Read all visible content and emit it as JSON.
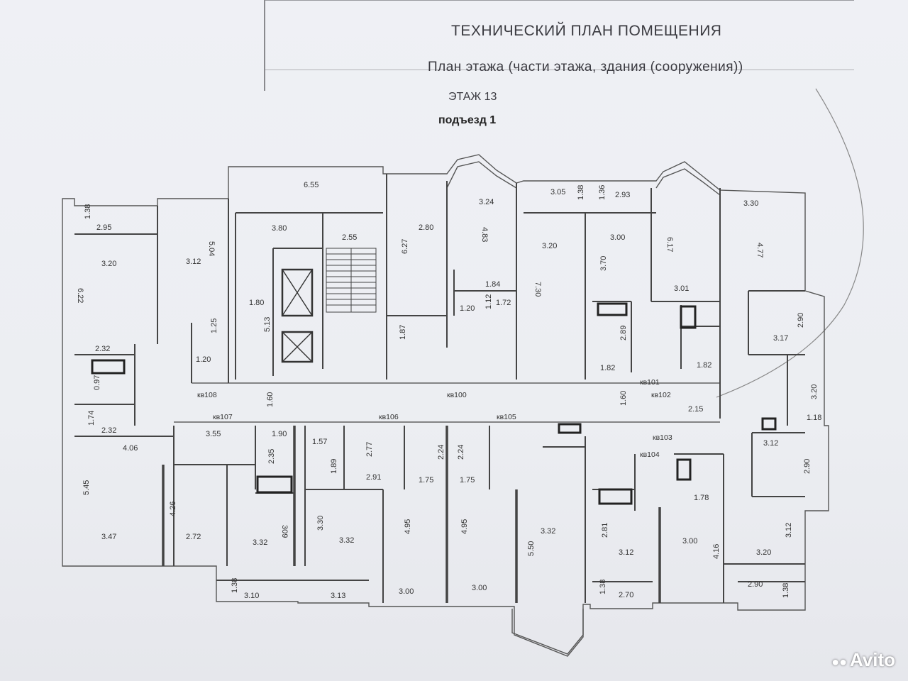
{
  "header": {
    "title": "ТЕХНИЧЕСКИЙ ПЛАН ПОМЕЩЕНИЯ",
    "subtitle": "План этажа (части этажа, здания (сооружения))",
    "floor": "ЭТАЖ 13",
    "entrance": "подъезд 1"
  },
  "watermark": {
    "text": "Avito"
  },
  "apartments": {
    "kv100": "кв100",
    "kv101": "кв101",
    "kv102": "кв102",
    "kv103": "кв103",
    "kv104": "кв104",
    "kv105": "кв105",
    "kv106": "кв106",
    "kv107": "кв107",
    "kv108": "кв108"
  },
  "dimensions": {
    "d_6_55": "6.55",
    "d_1_38a": "1.38",
    "d_2_95": "2.95",
    "d_3_20a": "3.20",
    "d_3_12a": "3.12",
    "d_5_04": "5.04",
    "d_6_22": "6.22",
    "d_3_80": "3.80",
    "d_2_55": "2.55",
    "d_1_80": "1.80",
    "d_5_13": "5.13",
    "d_1_25": "1.25",
    "d_1_20a": "1.20",
    "d_2_32a": "2.32",
    "d_0_97": "0.97",
    "d_6_27": "6.27",
    "d_2_80": "2.80",
    "d_1_87": "1.87",
    "d_3_24": "3.24",
    "d_4_83": "4.83",
    "d_1_84": "1.84",
    "d_1_20b": "1.20",
    "d_1_12": "1.12",
    "d_1_72": "1.72",
    "d_3_05": "3.05",
    "d_1_38b": "1.38",
    "d_1_36": "1.36",
    "d_2_93": "2.93",
    "d_3_20b": "3.20",
    "d_7_30": "7.30",
    "d_3_00a": "3.00",
    "d_3_70": "3.70",
    "d_2_89": "2.89",
    "d_1_82a": "1.82",
    "d_6_17": "6.17",
    "d_3_01": "3.01",
    "d_1_82b": "1.82",
    "d_3_30a": "3.30",
    "d_4_77": "4.77",
    "d_2_90a": "2.90",
    "d_3_17": "3.17",
    "d_3_20c": "3.20",
    "d_1_18": "1.18",
    "d_1_60a": "1.60",
    "d_1_60b": "1.60",
    "d_2_15": "2.15",
    "d_1_74": "1.74",
    "d_2_32b": "2.32",
    "d_4_06": "4.06",
    "d_3_55": "3.55",
    "d_1_90": "1.90",
    "d_2_35": "2.35",
    "d_1_57": "1.57",
    "d_1_89": "1.89",
    "d_2_77": "2.77",
    "d_2_91": "2.91",
    "d_2_24a": "2.24",
    "d_2_24b": "2.24",
    "d_1_75a": "1.75",
    "d_1_75b": "1.75",
    "d_3_12b": "3.12",
    "d_2_90b": "2.90",
    "d_1_78": "1.78",
    "d_5_45": "5.45",
    "d_3_47": "3.47",
    "d_4_26": "4.26",
    "d_2_72": "2.72",
    "d_3_32a": "3.32",
    "d_309": "309",
    "d_3_30b": "3.30",
    "d_3_32b": "3.32",
    "d_4_95a": "4.95",
    "d_4_95b": "4.95",
    "d_5_50": "5.50",
    "d_3_32c": "3.32",
    "d_2_81": "2.81",
    "d_3_12c": "3.12",
    "d_3_00b": "3.00",
    "d_4_16": "4.16",
    "d_3_12d": "3.12",
    "d_3_20d": "3.20",
    "d_1_38c": "1.38",
    "d_3_10": "3.10",
    "d_3_13": "3.13",
    "d_3_00c": "3.00",
    "d_3_00d": "3.00",
    "d_1_38d": "1.38",
    "d_2_70": "2.70",
    "d_2_90c": "2.90",
    "d_1_38e": "1.38"
  }
}
